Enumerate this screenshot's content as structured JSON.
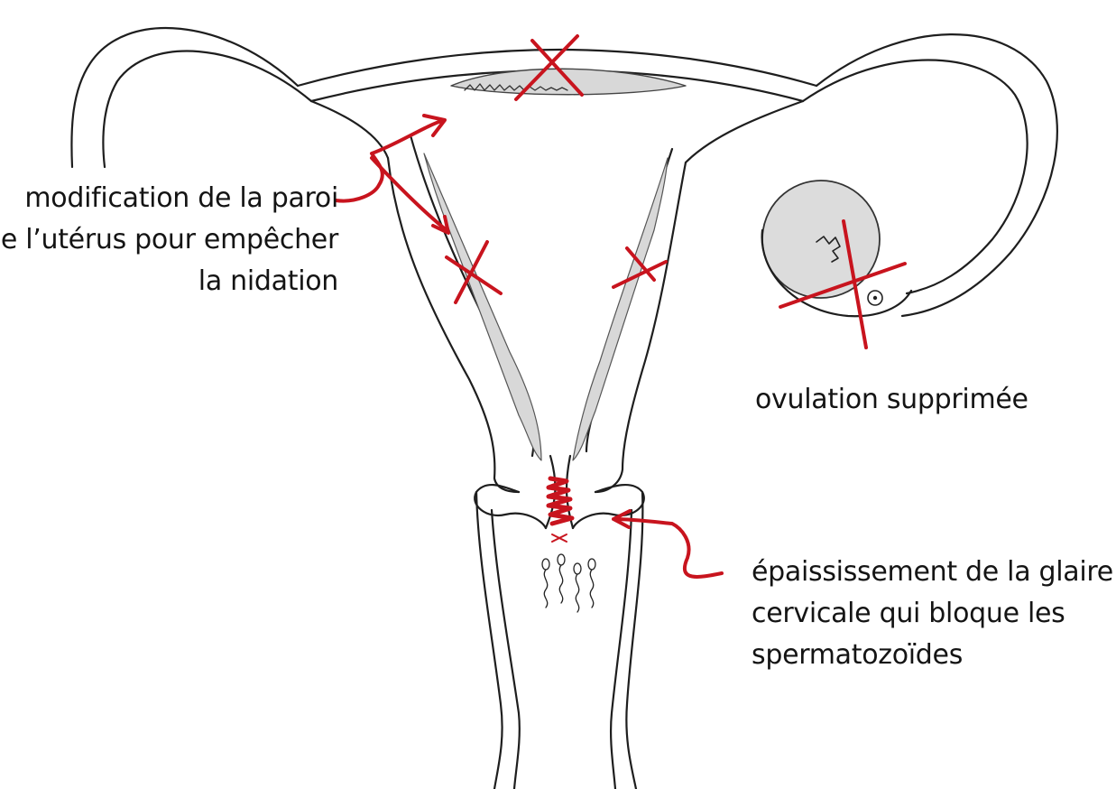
{
  "labels": {
    "wall": [
      "modification de la paroi",
      "de l’utérus pour empêcher",
      "la nidation"
    ],
    "ovulation": "ovulation supprimée",
    "mucus": [
      "épaississement de la glaire",
      "cervicale qui bloque les",
      "spermatozoïdes"
    ]
  },
  "colors": {
    "ink": "#1e1e1e",
    "annotation": "#c8141e",
    "tissue": "#cfcfcf"
  }
}
